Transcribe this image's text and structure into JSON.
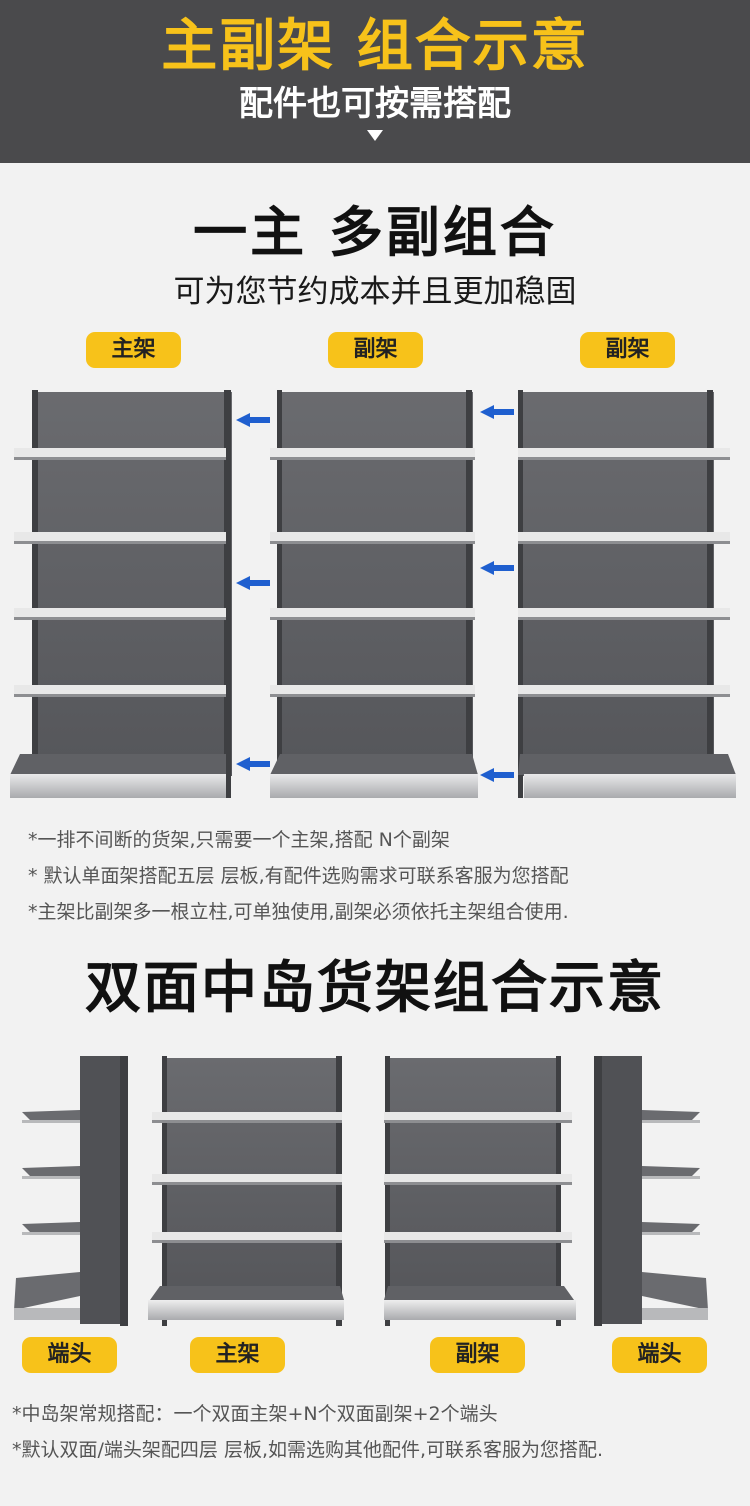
{
  "header": {
    "title": "主副架 组合示意",
    "subtitle": "配件也可按需搭配"
  },
  "section1": {
    "title": "一主 多副组合",
    "subtitle": "可为您节约成本并且更加稳固",
    "labels": [
      "主架",
      "副架",
      "副架"
    ],
    "notes": [
      "*一排不间断的货架,只需要一个主架,搭配 N个副架",
      "* 默认单面架搭配五层 层板,有配件选购需求可联系客服为您搭配",
      "*主架比副架多一根立柱,可单独使用,副架必须依托主架组合使用."
    ]
  },
  "section2": {
    "title": "双面中岛货架组合示意",
    "labels": [
      "端头",
      "主架",
      "副架",
      "端头"
    ],
    "notes": [
      "*中岛架常规搭配：一个双面主架+N个双面副架+2个端头",
      "*默认双面/端头架配四层 层板,如需选购其他配件,可联系客服为您搭配."
    ]
  },
  "colors": {
    "header_bg": "#4a4a4c",
    "accent_yellow": "#f7c21a",
    "shelf_gray": "#5e5f63",
    "arrow_blue": "#1f5fcf"
  }
}
